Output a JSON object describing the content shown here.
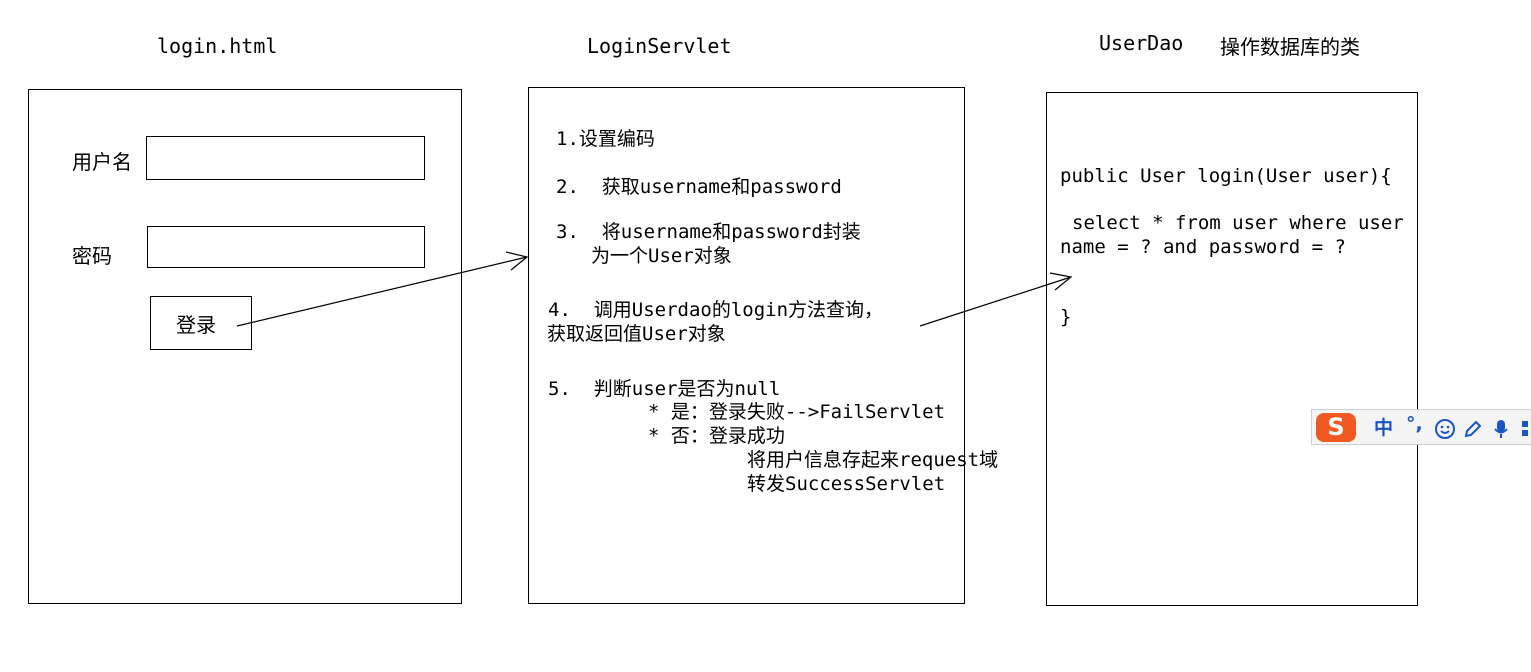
{
  "columns": {
    "left": {
      "title": "login.html",
      "username_label": "用户名",
      "password_label": "密码",
      "login_button": "登录"
    },
    "middle": {
      "title": "LoginServlet",
      "steps": [
        "1.设置编码",
        "2.  获取username和password",
        "3.  将username和password封装",
        "为一个User对象",
        "4.  调用Userdao的login方法查询，",
        "获取返回值User对象",
        "5.  判断user是否为null",
        "* 是：登录失败-->FailServlet",
        "* 否：登录成功",
        "将用户信息存起来request域",
        "转发SuccessServlet"
      ]
    },
    "right": {
      "title": "UserDao",
      "subtitle": "操作数据库的类",
      "code": [
        "public User login(User user){",
        "select * from user where user",
        "name = ? and password = ?",
        "}"
      ]
    }
  },
  "ime_toolbar": {
    "logo": "S",
    "mode": "中",
    "punct": "°,",
    "icons": [
      "smiley-icon",
      "pen-icon",
      "microphone-icon",
      "grid-icon"
    ]
  },
  "colors": {
    "ime_logo": "#f05a22",
    "ime_icons": "#1a55c8"
  }
}
